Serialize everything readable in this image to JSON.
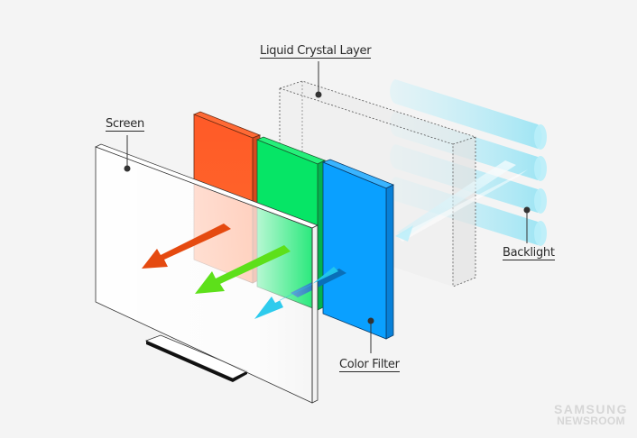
{
  "diagram": {
    "title": "LCD panel structure",
    "labels": {
      "liquid_crystal_layer": "Liquid Crystal Layer",
      "screen": "Screen",
      "backlight": "Backlight",
      "color_filter": "Color Filter"
    },
    "components": [
      {
        "id": "backlight",
        "name": "Backlight",
        "color": "#9fe6f5",
        "tube_count": 4
      },
      {
        "id": "liquid-crystal-layer",
        "name": "Liquid Crystal Layer",
        "color": "#e6e6e6"
      },
      {
        "id": "color-filter-red",
        "name": "Red filter",
        "color": "#ff5b29"
      },
      {
        "id": "color-filter-green",
        "name": "Green filter",
        "color": "#06e566"
      },
      {
        "id": "color-filter-blue",
        "name": "Blue filter",
        "color": "#0aa0ff"
      },
      {
        "id": "screen",
        "name": "Screen",
        "color": "#ffffff"
      }
    ],
    "light_arrows": [
      {
        "color": "#e54a10"
      },
      {
        "color": "#5de01a"
      },
      {
        "color": "#23c8ec"
      }
    ]
  },
  "watermark": {
    "line1": "SAMSUNG",
    "line2": "NEWSROOM"
  }
}
